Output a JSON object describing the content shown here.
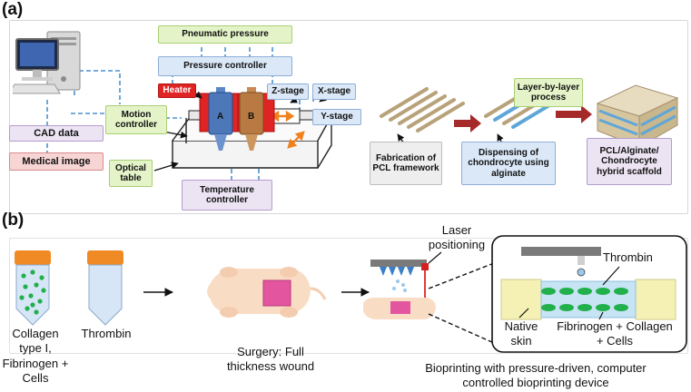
{
  "panel_a": {
    "label": "(a)",
    "pneumatic_pressure": "Pneumatic pressure",
    "pressure_controller": "Pressure controller",
    "heater": "Heater",
    "z_stage": "Z-stage",
    "x_stage": "X-stage",
    "y_stage": "Y-stage",
    "motion_controller": "Motion controller",
    "cad_data": "CAD data",
    "medical_image": "Medical image",
    "optical_table": "Optical table",
    "temperature_controller": "Temperature controller",
    "syringe_a": "A",
    "syringe_b": "B",
    "fabrication": "Fabrication of PCL framework",
    "dispensing": "Dispensing of chondrocyte using alginate",
    "layer_process": "Layer-by-layer process",
    "hybrid": "PCL/Alginate/ Chondrocyte hybrid scaffold"
  },
  "panel_b": {
    "label": "(b)",
    "tube1_caption": "Collagen type I, Fibrinogen + Cells",
    "tube2_caption": "Thrombin",
    "surgery_caption": "Surgery: Full thickness wound",
    "laser_label": "Laser positioning",
    "bioprinting_caption": "Bioprinting with pressure-driven, computer controlled bioprinting device",
    "inset_thrombin": "Thrombin",
    "inset_native_skin": "Native skin",
    "inset_fibrinogen": "Fibrinogen + Collagen + Cells"
  },
  "colors": {
    "tube_cap": "#f08a24",
    "tube_body": "#d6e6f6",
    "cell_green": "#22b04c",
    "mouse_body": "#f9dcc4",
    "wound": "#e3559f",
    "native_skin": "#f5f1b4",
    "arrow_red": "#a52a2a"
  }
}
